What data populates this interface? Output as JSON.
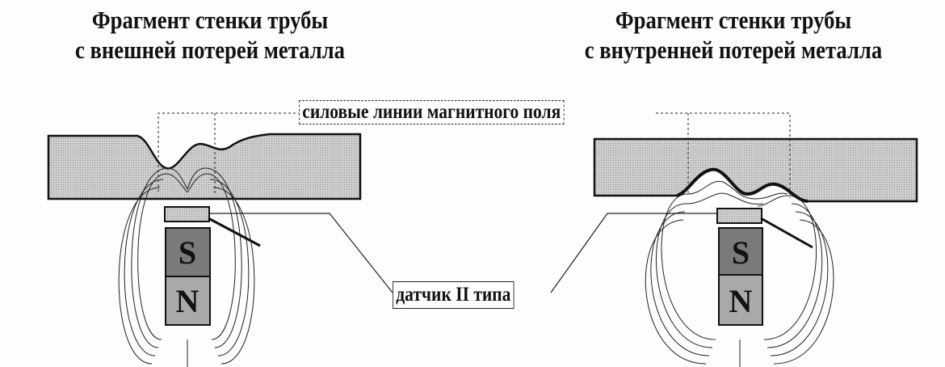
{
  "titles": {
    "left": "Фрагмент стенки трубы\nс внешней потерей металла",
    "right": "Фрагмент стенки трубы\nс внутренней потерей металла"
  },
  "labels": {
    "field_lines": "силовые линии магнитного поля",
    "sensor": "датчик II типа"
  },
  "magnet": {
    "south": "S",
    "north": "N"
  },
  "colors": {
    "wall_fill": "#c8c8c8",
    "south_fill": "#7a7a7a",
    "north_fill": "#a9a9a9",
    "stroke": "#111111"
  }
}
